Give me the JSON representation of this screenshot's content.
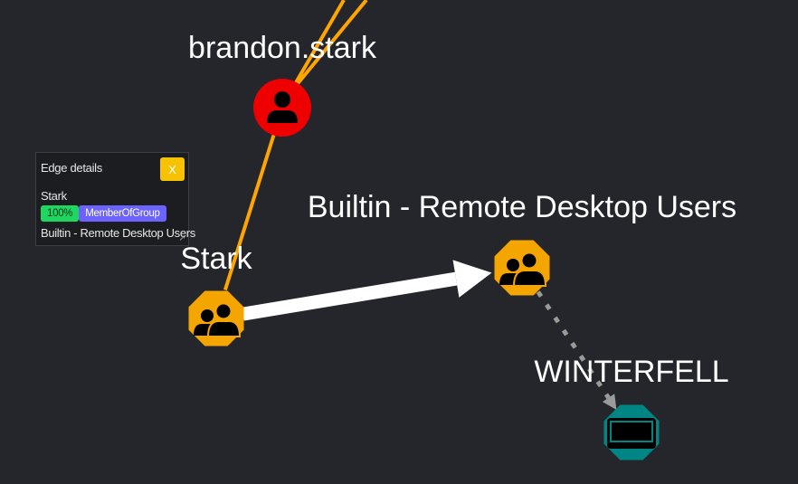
{
  "graph": {
    "nodes": [
      {
        "id": "brandon-stark",
        "label": "brandon.stark",
        "type": "user",
        "color": "#ee0000"
      },
      {
        "id": "stark",
        "label": "Stark",
        "type": "group",
        "color": "#f5a500"
      },
      {
        "id": "rdp-users",
        "label": "Builtin - Remote Desktop Users",
        "type": "group",
        "color": "#f5a500"
      },
      {
        "id": "winterfell",
        "label": "WINTERFELL",
        "type": "computer",
        "color": "#008585"
      }
    ],
    "edges": [
      {
        "from": "brandon-stark",
        "to": "stark",
        "style": "solid",
        "color": "#ffa500"
      },
      {
        "from": "stark",
        "to": "rdp-users",
        "style": "thick-selected",
        "color": "#ffffff"
      },
      {
        "from": "rdp-users",
        "to": "winterfell",
        "style": "dotted",
        "color": "#9a9a9a"
      }
    ],
    "colors": {
      "background": "#24262b",
      "offscreen_edge": "#ffa500"
    }
  },
  "edge_details": {
    "title": "Edge details",
    "close_label": "X",
    "source": "Stark",
    "probability": "100%",
    "relationship": "MemberOfGroup",
    "target": "Builtin - Remote Desktop Users",
    "resize_icon": "resize-grip-icon",
    "colors": {
      "close": "#f7c300",
      "probability": "#1ed760",
      "relationship": "#6c63ff"
    }
  }
}
